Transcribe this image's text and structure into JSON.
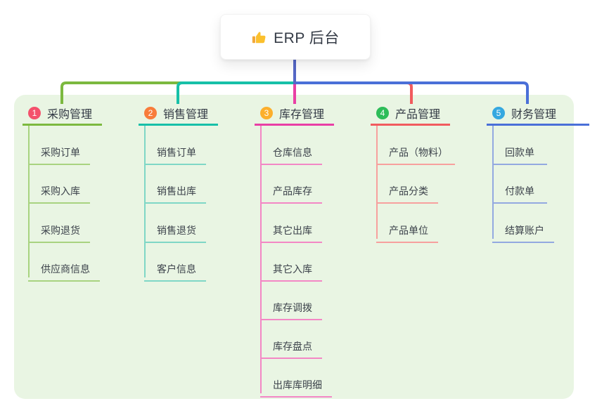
{
  "root": {
    "label": "ERP 后台",
    "icon": "thumbs-up-icon"
  },
  "panel": {
    "bg": "#e9f5e3"
  },
  "trunk_color": "#5567c6",
  "branches": [
    {
      "badge": "1",
      "label": "采购管理",
      "badge_color": "#f4516c",
      "branch_color": "#7cb93f",
      "child_line_color": "#a8d380",
      "children": [
        "采购订单",
        "采购入库",
        "采购退货",
        "供应商信息"
      ]
    },
    {
      "badge": "2",
      "label": "销售管理",
      "badge_color": "#f87c3b",
      "branch_color": "#17c0a8",
      "child_line_color": "#7fd7c6",
      "children": [
        "销售订单",
        "销售出库",
        "销售退货",
        "客户信息"
      ]
    },
    {
      "badge": "3",
      "label": "库存管理",
      "badge_color": "#fcaf2c",
      "branch_color": "#e93fa5",
      "child_line_color": "#f387c5",
      "children": [
        "仓库信息",
        "产品库存",
        "其它出库",
        "其它入库",
        "库存调拨",
        "库存盘点",
        "出库库明细"
      ]
    },
    {
      "badge": "4",
      "label": "产品管理",
      "badge_color": "#2ebd59",
      "branch_color": "#f15b5e",
      "child_line_color": "#f7a09e",
      "children": [
        "产品（物料）",
        "产品分类",
        "产品单位"
      ]
    },
    {
      "badge": "5",
      "label": "财务管理",
      "badge_color": "#35a8e0",
      "branch_color": "#4a6fd8",
      "child_line_color": "#93a9e0",
      "children": [
        "回款单",
        "付款单",
        "结算账户"
      ]
    }
  ]
}
